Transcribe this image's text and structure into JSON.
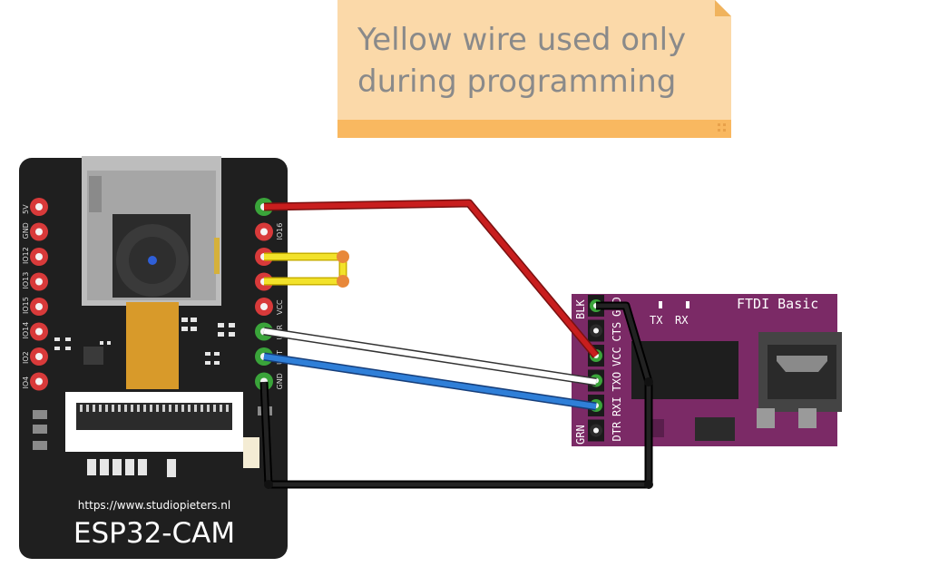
{
  "note": {
    "line1": "Yellow wire used only",
    "line2": "during programming"
  },
  "esp32": {
    "name": "ESP32-CAM",
    "url": "https://www.studiopieters.nl",
    "left_pins": [
      "5V",
      "GND",
      "IO12",
      "IO13",
      "IO15",
      "IO14",
      "IO2",
      "IO4"
    ],
    "right_pins": [
      "",
      "IO16",
      "",
      "",
      "VCC",
      "U0R",
      "U0T",
      "GND"
    ]
  },
  "ftdi": {
    "name": "FTDI Basic",
    "tx_label": "TX",
    "rx_label": "RX",
    "top_pin": "BLK",
    "bottom_pin": "GRN",
    "pins": [
      "GND",
      "CTS",
      "VCC",
      "TXO",
      "RXI",
      "DTR"
    ]
  },
  "colors": {
    "note_fill": "#fbd9a9",
    "note_band": "#f9b860",
    "board_black": "#1f1f1f",
    "ftdi_purple": "#7b2a66",
    "pin_red": "#d83a3a",
    "pin_green": "#3aa43a",
    "wire_red": "#c81e1e",
    "wire_yellow": "#f2e22a",
    "wire_white": "#ffffff",
    "wire_blue": "#2f7fd8",
    "wire_black": "#111111"
  }
}
